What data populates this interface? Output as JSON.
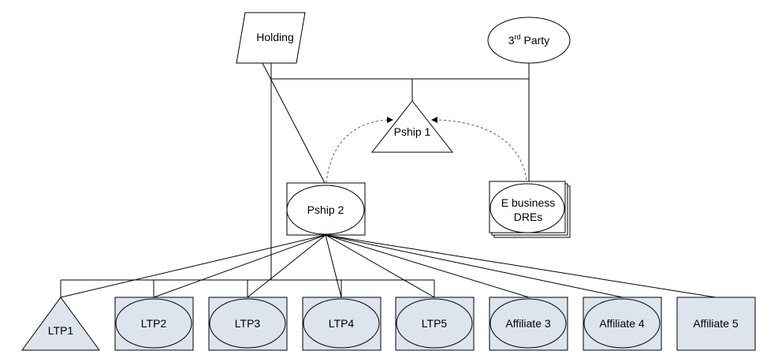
{
  "nodes": {
    "holding": "Holding",
    "third_party": {
      "base": "3",
      "sup": "rd",
      "tail": " Party"
    },
    "pship1": "Pship 1",
    "pship2": "Pship 2",
    "ebusiness": {
      "line1": "E business",
      "line2": "DREs"
    },
    "ltp1": "LTP1",
    "ltp2": "LTP2",
    "ltp3": "LTP3",
    "ltp4": "LTP4",
    "ltp5": "LTP5",
    "affiliate3": "Affiliate 3",
    "affiliate4": "Affiliate 4",
    "affiliate5": "Affiliate 5"
  }
}
